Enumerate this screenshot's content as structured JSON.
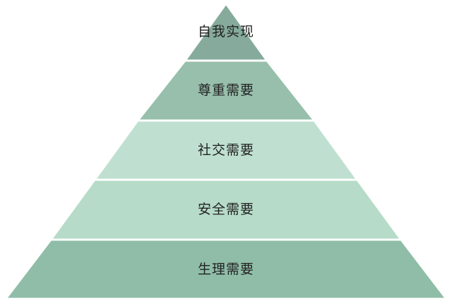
{
  "pyramid": {
    "levels": [
      {
        "label": "自我实现",
        "color": "#86ab9d"
      },
      {
        "label": "尊重需要",
        "color": "#97bfac"
      },
      {
        "label": "社交需要",
        "color": "#bfe0d0"
      },
      {
        "label": "安全需要",
        "color": "#b6dbc9"
      },
      {
        "label": "生理需要",
        "color": "#8fbda8"
      }
    ]
  }
}
